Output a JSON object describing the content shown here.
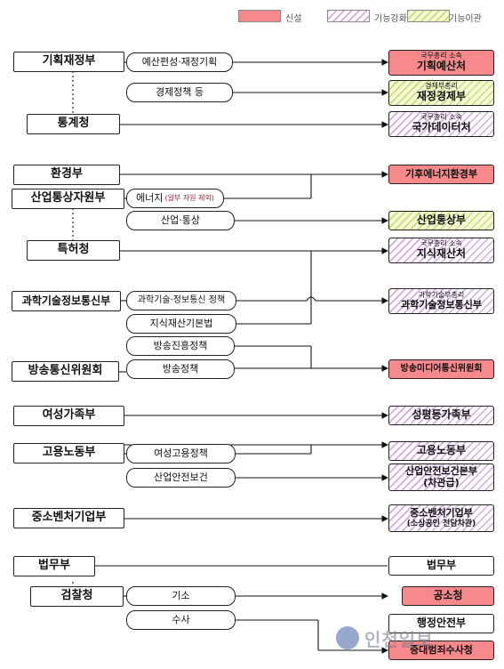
{
  "legend": [
    {
      "label": "신설",
      "color": "#f7888c"
    },
    {
      "label": "기능강화",
      "color": "#d8a8e8"
    },
    {
      "label": "기능이관",
      "color": "#c9dd6a"
    }
  ],
  "old_orgs": {
    "moef": "기획재정부",
    "statistics": "통계청",
    "environment": "환경부",
    "industry": "산업통상자원부",
    "patent": "특허청",
    "msit": "과학기술정보통신부",
    "kcc": "방송통신위원회",
    "mogef": "여성가족부",
    "labor": "고용노동부",
    "smes": "중소벤처기업부",
    "justice": "법무부",
    "prosecution": "검찰청"
  },
  "functions": {
    "budget": "예산편성·재정기획",
    "econ_policy": "경제정책 등",
    "energy_main": "에너지",
    "energy_note": "(일부 자원 제외)",
    "trade": "산업·통상",
    "ict_policy": "과학기술·정보통신 정책",
    "ip_law": "지식재산기본법",
    "broadcast_promo": "방송진흥정책",
    "broadcast_policy": "방송정책",
    "women_employment": "여성고용정책",
    "industrial_safety": "산업안전보건",
    "prosecution_fn": "기소",
    "investigation": "수사"
  },
  "new_orgs": {
    "planning_budget": {
      "sub": "국무총리 소속",
      "name": "기획예산처"
    },
    "finance_economy": {
      "sub": "경제부총리",
      "name": "재정경제부"
    },
    "national_data": {
      "sub": "국무총리 소속",
      "name": "국가데이터처"
    },
    "climate_energy": {
      "name": "기후에너지환경부"
    },
    "industry_trade": {
      "name": "산업통상부"
    },
    "ip_office": {
      "sub": "국무총리 소속",
      "name": "지식재산처"
    },
    "science_ict": {
      "sub": "과학기술부총리",
      "name": "과학기술정보통신부"
    },
    "broadcast_media": {
      "name": "방송미디어통신위원회"
    },
    "gender_family": {
      "name": "성평등가족부"
    },
    "labor": {
      "name": "고용노동부"
    },
    "industrial_safety_office": {
      "name": "산업안전보건본부",
      "sub": "(차관급)"
    },
    "smes": {
      "name": "중소벤처기업부",
      "sub": "(소상공인 전담차관)"
    },
    "justice": {
      "name": "법무부"
    },
    "prosecution_office": {
      "name": "공소청"
    },
    "interior": {
      "name": "행정안전부"
    },
    "investigation_agency": {
      "name": "중대범죄수사청"
    }
  },
  "watermark": "인천일보"
}
